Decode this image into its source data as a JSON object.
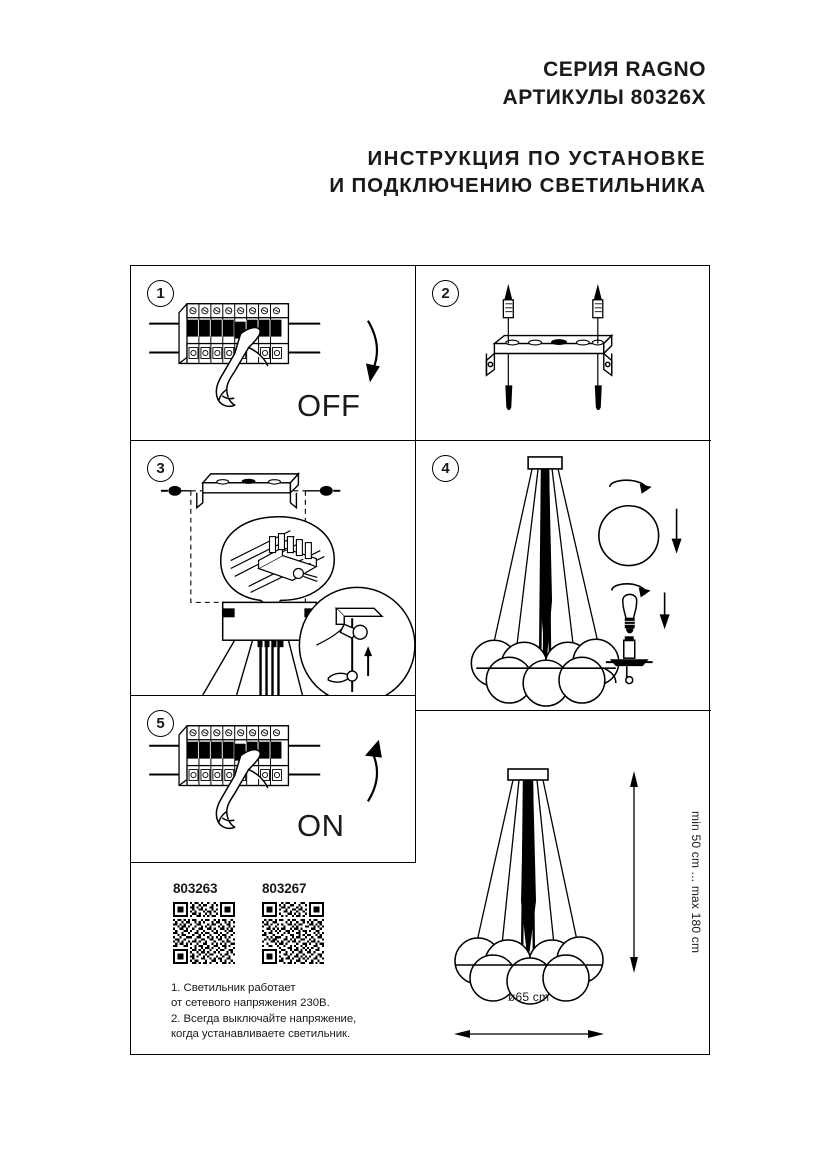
{
  "header": {
    "series_line": "СЕРИЯ RAGNO",
    "article_line": "АРТИКУЛЫ 80326X"
  },
  "title": {
    "line1": "ИНСТРУКЦИЯ ПО УСТАНОВКЕ",
    "line2": "И ПОДКЛЮЧЕНИЮ СВЕТИЛЬНИКА"
  },
  "steps": [
    {
      "number": "1",
      "caption": "OFF",
      "illustration": "circuit-breaker-panel-hand-switching-off",
      "arrow": "curved-arrow-down"
    },
    {
      "number": "2",
      "caption": "",
      "illustration": "mounting-bracket-with-screws-and-wall-anchors",
      "arrow": ""
    },
    {
      "number": "3",
      "caption": "",
      "illustration": "ceiling-plate-terminal-block-wiring-detail",
      "arrow": ""
    },
    {
      "number": "4",
      "caption": "",
      "illustration": "chandelier-glass-globe-and-bulb-assembly",
      "arrow": ""
    },
    {
      "number": "5",
      "caption": "ON",
      "illustration": "circuit-breaker-panel-hand-switching-on",
      "arrow": "curved-arrow-up"
    }
  ],
  "qr_codes": [
    {
      "label": "803263"
    },
    {
      "label": "803267"
    }
  ],
  "notes": [
    "1. Светильник работает",
    "от сетевого напряжения 230В.",
    "2. Всегда выключайте напряжение,",
    "когда устанавливаете светильник."
  ],
  "dimensions": {
    "height_label": "min 50 cm ... max 180 cm",
    "diameter_label": "ø65 cm"
  },
  "colors": {
    "ink": "#1a1a1a",
    "line": "#000000",
    "paper": "#ffffff"
  }
}
